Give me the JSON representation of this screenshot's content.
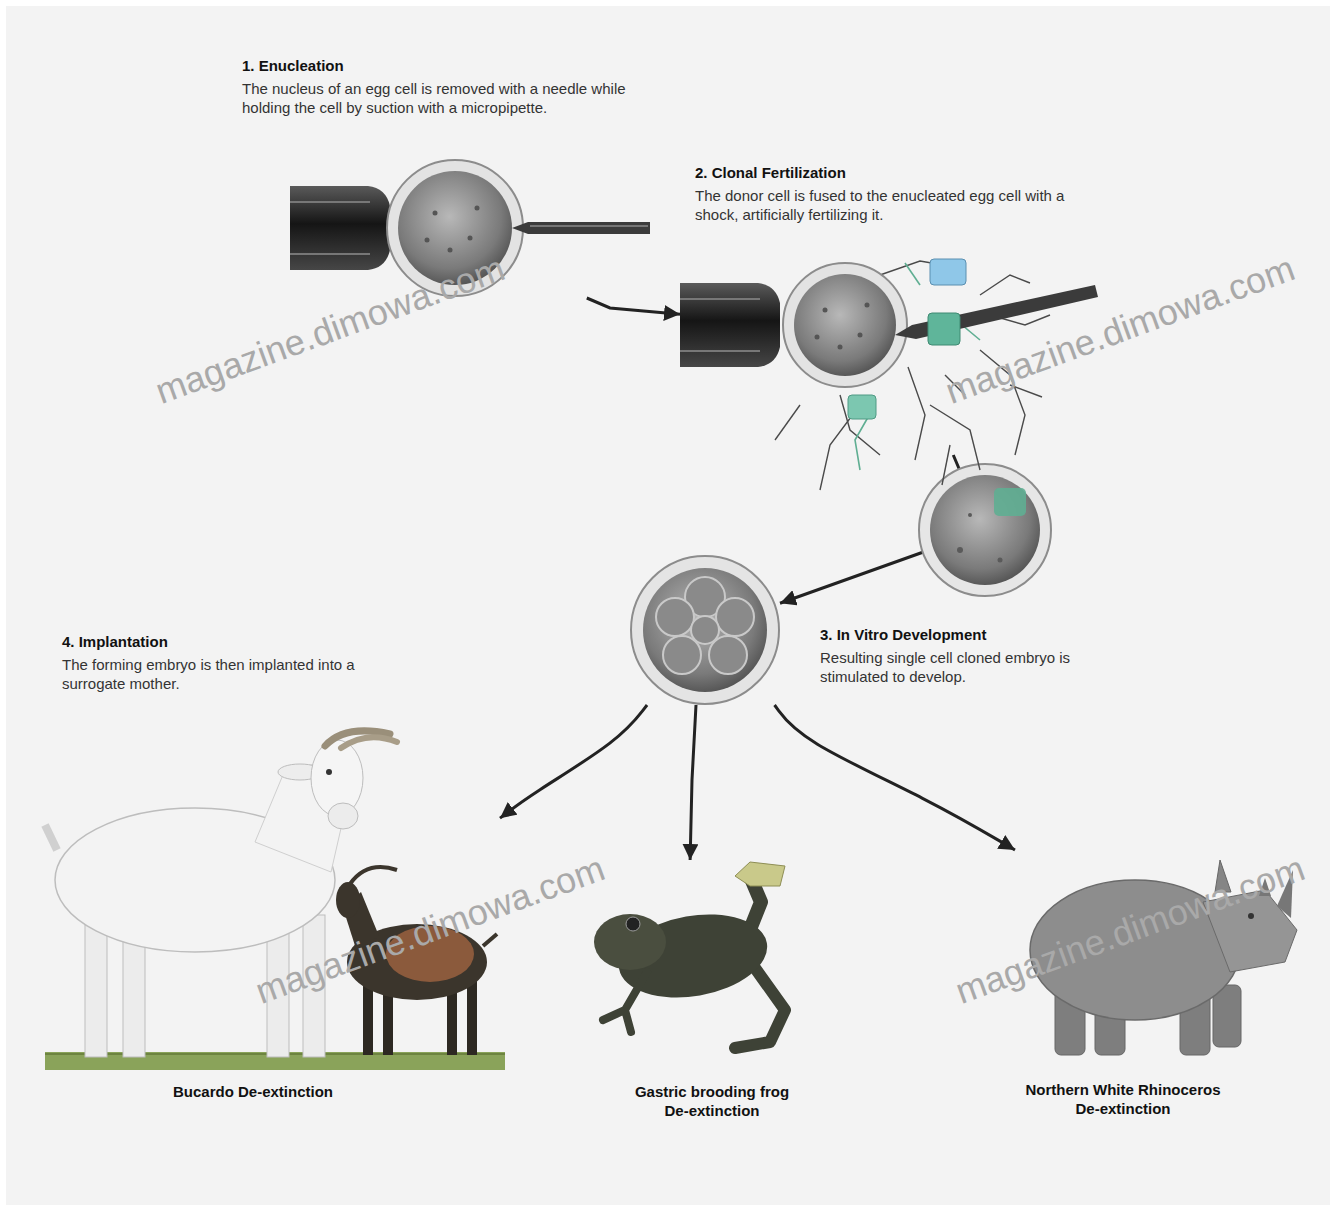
{
  "diagram": {
    "nodes": [
      {
        "text": [
          "1. Enucleation",
          "The nucleus of an egg cell is removed with a needle while holding the cell by suction with a micropipette."
        ]
      },
      {
        "text": [
          "2. Clonal Fertilization",
          "The donor cell is fused to the enucleated egg cell with a shock, artificially fertilizing it."
        ]
      },
      {
        "text": [
          "3. In Vitro Development",
          "Resulting single cell cloned embryo is stimulated to develop."
        ]
      },
      {
        "text": [
          "Bucardo De-extinction"
        ]
      },
      {
        "text": [
          "Gastric brooding frog De-extinction"
        ]
      },
      {
        "text": [
          "Northern White Rhinoceros De-extinction"
        ]
      }
    ],
    "edges": [
      {
        "from": 0,
        "to": 1,
        "arrow": "to"
      },
      {
        "from": 1,
        "to": 2,
        "arrow": "to"
      },
      {
        "from": 2,
        "to": 3,
        "arrow": "to"
      },
      {
        "from": 2,
        "to": 4,
        "arrow": "to"
      },
      {
        "from": 2,
        "to": 5,
        "arrow": "to"
      }
    ],
    "labels": [
      "4. Implantation",
      "The forming embryo is then implanted into a surrogate mother.",
      "magazine.dimowa.com",
      "magazine.dimowa.com",
      "magazine.dimowa.com",
      "magazine.dimowa.com"
    ]
  }
}
